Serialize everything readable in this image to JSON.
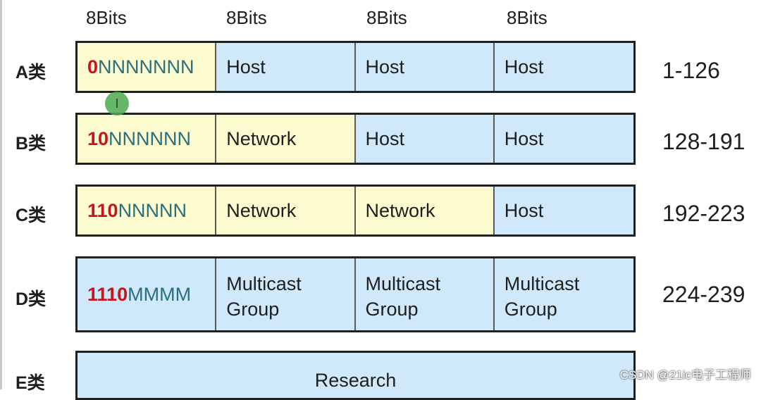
{
  "headers": [
    "8Bits",
    "8Bits",
    "8Bits",
    "8Bits"
  ],
  "classes": [
    {
      "label": "A类",
      "prefix": "0",
      "suffix": "NNNNNNN",
      "cells": [
        {
          "text": "Host",
          "kind": "host"
        },
        {
          "text": "Host",
          "kind": "host"
        },
        {
          "text": "Host",
          "kind": "host"
        }
      ],
      "range": "1-126"
    },
    {
      "label": "B类",
      "prefix": "10",
      "suffix": "NNNNNN",
      "cells": [
        {
          "text": "Network",
          "kind": "net"
        },
        {
          "text": "Host",
          "kind": "host"
        },
        {
          "text": "Host",
          "kind": "host"
        }
      ],
      "range": "128-191"
    },
    {
      "label": "C类",
      "prefix": "110",
      "suffix": "NNNNN",
      "cells": [
        {
          "text": "Network",
          "kind": "net"
        },
        {
          "text": "Network",
          "kind": "net"
        },
        {
          "text": "Host",
          "kind": "host"
        }
      ],
      "range": "192-223"
    },
    {
      "label": "D类",
      "prefix": "1110",
      "suffix": "MMMM",
      "cells": [
        {
          "line1": "Multicast",
          "line2": "Group",
          "kind": "host"
        },
        {
          "line1": "Multicast",
          "line2": "Group",
          "kind": "host"
        },
        {
          "line1": "Multicast",
          "line2": "Group",
          "kind": "host"
        }
      ],
      "range": "224-239"
    }
  ],
  "class_e": {
    "label": "E类",
    "text": "Research"
  },
  "cursor_glyph": "I",
  "watermark": "CSDN @21ic电子工程师",
  "colors": {
    "network_fill": "#fcfbcf",
    "host_fill": "#cfe8fa",
    "prefix_text": "#c8141e",
    "suffix_text": "#2c6f7c"
  }
}
